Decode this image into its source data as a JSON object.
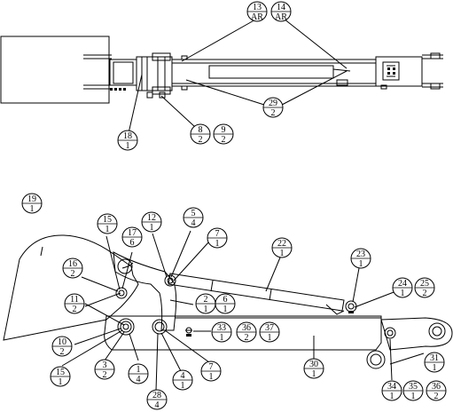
{
  "callouts": [
    {
      "top": "13",
      "bottom": "AR"
    },
    {
      "top": "14",
      "bottom": "AR"
    },
    {
      "top": "18",
      "bottom": "1"
    },
    {
      "top": "8",
      "bottom": "2"
    },
    {
      "top": "9",
      "bottom": "2"
    },
    {
      "top": "29",
      "bottom": "2"
    },
    {
      "top": "19",
      "bottom": "1"
    },
    {
      "top": "15",
      "bottom": "1"
    },
    {
      "top": "17",
      "bottom": "6"
    },
    {
      "top": "12",
      "bottom": "1"
    },
    {
      "top": "5",
      "bottom": "4"
    },
    {
      "top": "7",
      "bottom": "1"
    },
    {
      "top": "22",
      "bottom": "1"
    },
    {
      "top": "23",
      "bottom": "1"
    },
    {
      "top": "24",
      "bottom": "1"
    },
    {
      "top": "25",
      "bottom": "2"
    },
    {
      "top": "16",
      "bottom": "2"
    },
    {
      "top": "11",
      "bottom": "2"
    },
    {
      "top": "2",
      "bottom": "1"
    },
    {
      "top": "6",
      "bottom": "1"
    },
    {
      "top": "10",
      "bottom": "2"
    },
    {
      "top": "33",
      "bottom": "1"
    },
    {
      "top": "36",
      "bottom": "2"
    },
    {
      "top": "37",
      "bottom": "1"
    },
    {
      "top": "30",
      "bottom": "1"
    },
    {
      "top": "31",
      "bottom": "1"
    },
    {
      "top": "15",
      "bottom": "1"
    },
    {
      "top": "3",
      "bottom": "2"
    },
    {
      "top": "1",
      "bottom": "4"
    },
    {
      "top": "28",
      "bottom": "4"
    },
    {
      "top": "4",
      "bottom": "1"
    },
    {
      "top": "7",
      "bottom": "1"
    },
    {
      "top": "34",
      "bottom": "1"
    },
    {
      "top": "35",
      "bottom": "1"
    },
    {
      "top": "36",
      "bottom": "2"
    }
  ]
}
